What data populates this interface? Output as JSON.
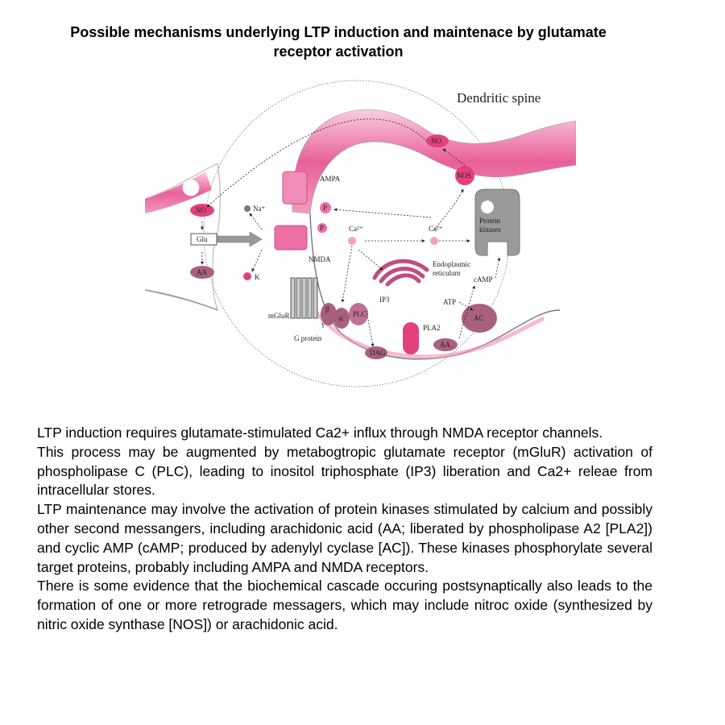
{
  "title": "Possible mechanisms underlying LTP induction and maintenace by glutamate receptor activation",
  "diagram": {
    "dendritic_spine": "Dendritic spine",
    "no_post": "NO",
    "nos": "NOS",
    "ampa": "AMPA",
    "p1": "P",
    "p2": "P",
    "na": "Na⁺",
    "ca_in": "Ca²⁺",
    "ca_mid": "Ca²⁺",
    "protein_kinases_l1": "Protein",
    "protein_kinases_l2": "kinases",
    "no_pre": "NO",
    "glu": "Glu",
    "aa_pre": "AA",
    "k": "K",
    "nmda": "NMDA",
    "er_l1": "Endoplasmic",
    "er_l2": "reticulum",
    "camp": "cAMP",
    "atp": "ATP",
    "ac": "AC",
    "ip3": "IP3",
    "mglur": "mGluR",
    "beta": "β",
    "alpha": "α",
    "gamma": "γ",
    "plc": "PLC",
    "g_protein": "G protein",
    "pla2": "PLA2",
    "dag": "DAG",
    "aa_post": "AA"
  },
  "paragraphs": [
    "LTP induction requires glutamate-stimulated Ca2+ influx through NMDA receptor channels.",
    "This process may be augmented by metabogtropic glutamate receptor (mGluR) activation of phospholipase C (PLC), leading to inositol triphosphate (IP3) liberation and Ca2+ releae from intracellular stores.",
    "LTP maintenance may involve the activation of protein kinases stimulated by calcium and possibly other second messangers, including arachidonic acid (AA; liberated by phospholipase A2 [PLA2]) and cyclic AMP (cAMP; produced by adenylyl cyclase [AC]). These kinases phosphorylate several target proteins, probably including AMPA and NMDA receptors.",
    "There is some evidence that the biochemical cascade occuring postsynaptically also leads to the formation of one or more retrograde messagers, which may include nitroc oxide (synthesized by nitric oxide synthase [NOS]) or arachidonic acid."
  ],
  "colors": {
    "membrane_pink": "#e8609a",
    "membrane_light": "#f6b8d0",
    "mauve": "#a8607e",
    "gray": "#8a8a8a"
  }
}
